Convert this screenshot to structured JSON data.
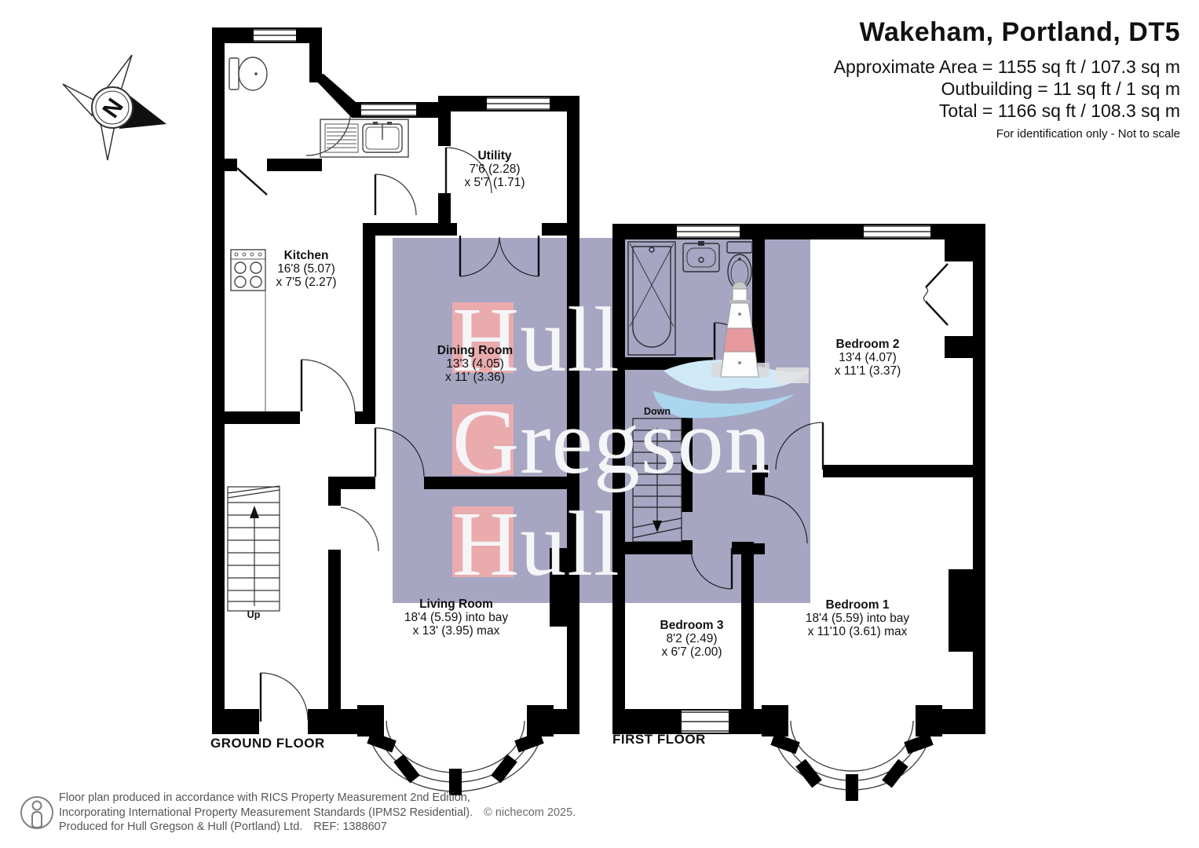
{
  "header": {
    "title": "Wakeham, Portland, DT5",
    "area": "Approximate Area = 1155 sq ft / 107.3 sq m",
    "outbuilding": "Outbuilding = 11 sq ft / 1 sq m",
    "total": "Total = 1166 sq ft / 108.3 sq m",
    "note": "For identification only - Not to scale"
  },
  "compass": {
    "label": "N"
  },
  "watermark": {
    "line1": "Hull",
    "line2": "Gregson",
    "line3": "Hull"
  },
  "colors": {
    "watermark_overlay": "#a6a6c2",
    "watermark_accent": "#eaabad",
    "lighthouse_red": "#e8999e",
    "wave_blue": "#bfe2f2"
  },
  "ground_floor": {
    "label": "GROUND FLOOR",
    "stair_label": "Up",
    "rooms": {
      "utility": {
        "name": "Utility",
        "dim1": "7'6 (2.28)",
        "dim2": "x 5'7 (1.71)"
      },
      "kitchen": {
        "name": "Kitchen",
        "dim1": "16'8 (5.07)",
        "dim2": "x 7'5 (2.27)"
      },
      "dining": {
        "name": "Dining Room",
        "dim1": "13'3 (4.05)",
        "dim2": "x 11' (3.36)"
      },
      "living": {
        "name": "Living Room",
        "dim1": "18'4 (5.59) into bay",
        "dim2": "x 13' (3.95) max"
      }
    }
  },
  "first_floor": {
    "label": "FIRST FLOOR",
    "stair_label": "Down",
    "rooms": {
      "bedroom2": {
        "name": "Bedroom 2",
        "dim1": "13'4 (4.07)",
        "dim2": "x 11'1 (3.37)"
      },
      "bedroom3": {
        "name": "Bedroom 3",
        "dim1": "8'2 (2.49)",
        "dim2": "x 6'7 (2.00)"
      },
      "bedroom1": {
        "name": "Bedroom 1",
        "dim1": "18'4 (5.59) into bay",
        "dim2": "x 11'10 (3.61) max"
      }
    }
  },
  "footer": {
    "line1": "Floor plan produced in accordance with RICS Property Measurement 2nd Edition,",
    "line2": "Incorporating International Property Measurement Standards (IPMS2 Residential).",
    "copyright": "© nichecom 2025.",
    "line3": "Produced for Hull Gregson & Hull (Portland) Ltd.",
    "ref": "REF: 1388607"
  }
}
